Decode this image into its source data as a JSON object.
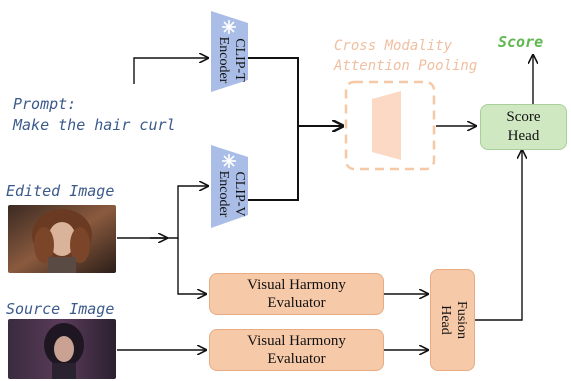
{
  "prompt": {
    "line1": "Prompt:",
    "line2": "Make the hair curl"
  },
  "inputs": {
    "edited_label": "Edited Image",
    "source_label": "Source Image"
  },
  "encoders": {
    "clip_t": "CLIP-T Encoder",
    "clip_v": "CLIP-V Encoder"
  },
  "pooling": {
    "line1": "Cross Modality",
    "line2": "Attention Pooling"
  },
  "score_head": {
    "line1": "Score",
    "line2": "Head"
  },
  "score_label": "Score",
  "evaluators": {
    "line1": "Visual Harmony",
    "line2": "Evaluator"
  },
  "fusion_head": "Fusion Head",
  "colors": {
    "encoder": "#a9bde6",
    "evaluator": "#f6c9a8",
    "pooling_dashed": "#f5c8a6",
    "pooling_text": "#f0bfa0",
    "score_head": "#cfe8c2",
    "score_text": "#5fb84f",
    "prompt_text": "#3b5a8c"
  },
  "icons": [
    "snowflake-icon",
    "snowflake-icon"
  ]
}
